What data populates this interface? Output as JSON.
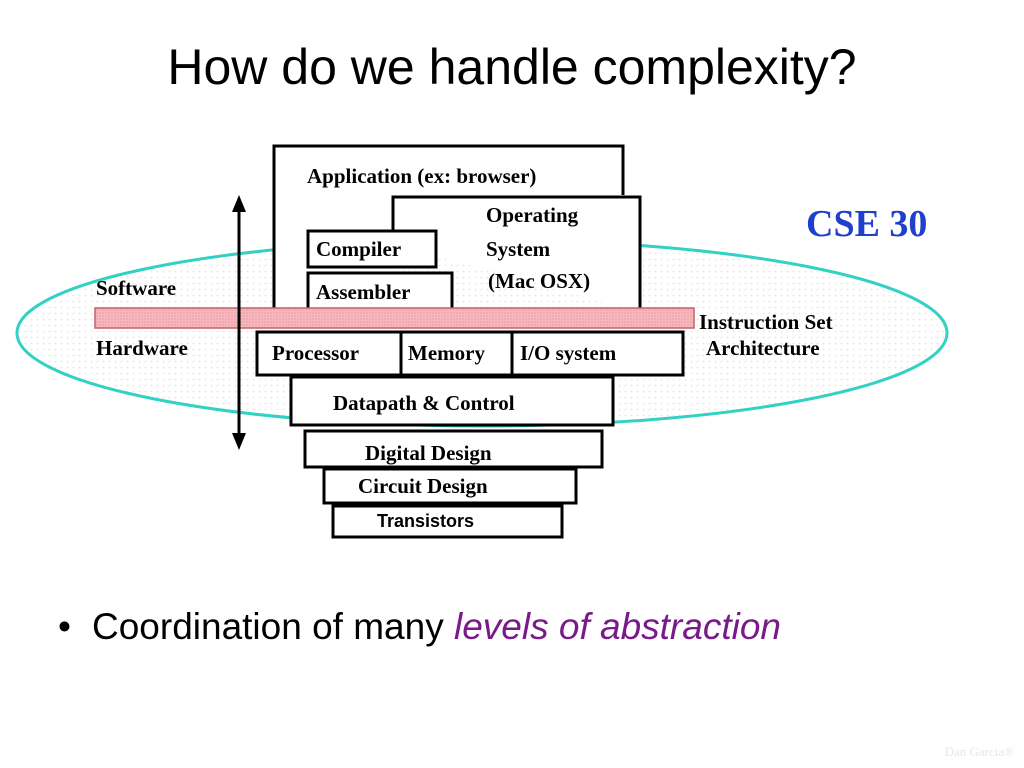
{
  "slide": {
    "title": "How do we handle complexity?",
    "bullet_prefix": "Coordination of many ",
    "bullet_emphasis": "levels of abstraction",
    "footer": "Dan Garcia®"
  },
  "diagram": {
    "cse_label": "CSE 30",
    "software_label": "Software",
    "hardware_label": "Hardware",
    "isa_line1": "Instruction Set",
    "isa_line2": "Architecture",
    "application": "Application (ex: browser)",
    "os_line1": "Operating",
    "os_line2": "System",
    "os_line3": "(Mac OSX)",
    "compiler": "Compiler",
    "assembler": "Assembler",
    "processor": "Processor",
    "memory": "Memory",
    "io": "I/O system",
    "datapath": "Datapath & Control",
    "digital": "Digital Design",
    "circuit": "Circuit Design",
    "transistors": "Transistors",
    "colors": {
      "ellipse_stroke": "#33d1c4",
      "isa_bar": "#f4a0a8",
      "cse_text": "#1f3fcc",
      "emphasis": "#7a1a8a"
    }
  }
}
